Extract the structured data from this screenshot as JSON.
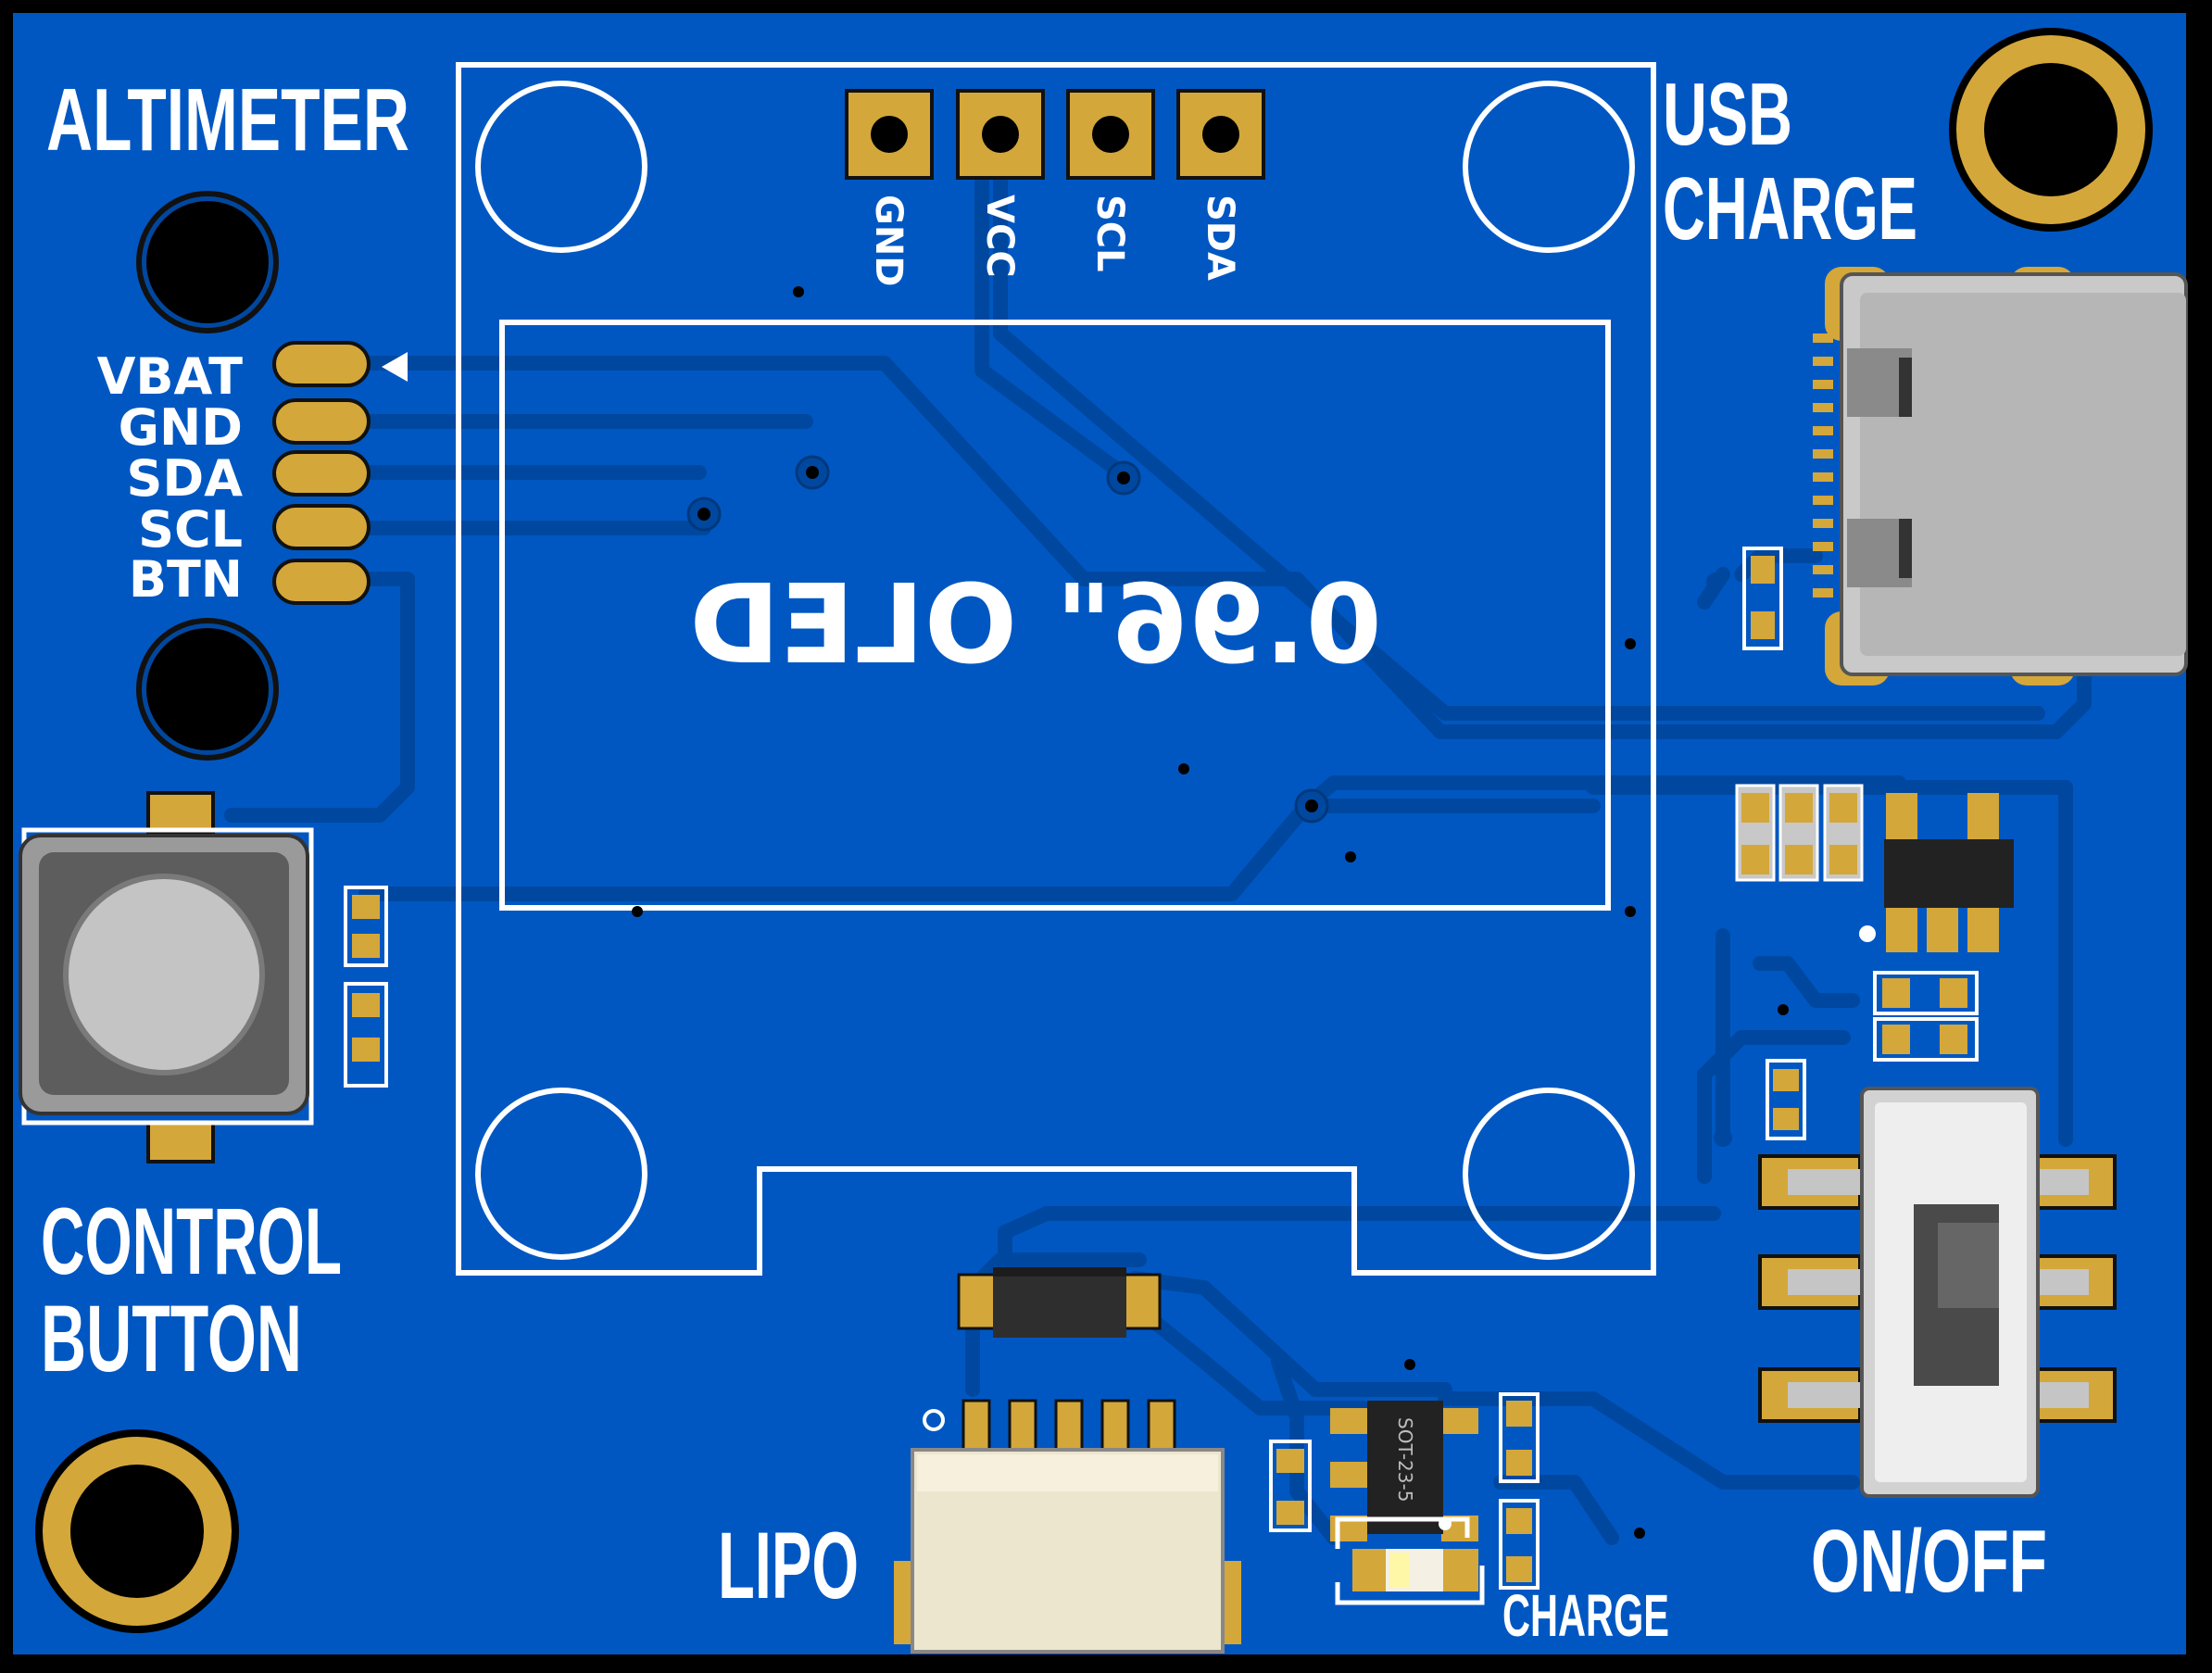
{
  "colors": {
    "board": "#0057c2",
    "trace": "#00489f",
    "silk": "#ffffff",
    "pad": "#d4a73a",
    "border": "#000000"
  },
  "labels": {
    "altimeter": "ALTIMETER",
    "usb_line1": "USB",
    "usb_line2": "CHARGE",
    "control_line1": "CONTROL",
    "control_line2": "BUTTON",
    "lipo": "LIPO",
    "onoff": "ON/OFF",
    "charge_led": "CHARGE",
    "oled": "0.96\" OLED",
    "sot": "SOT-23-5"
  },
  "oled_pins": [
    "GND",
    "VCC",
    "SCL",
    "SDA"
  ],
  "edge_pins": [
    "VBAT",
    "GND",
    "SDA",
    "SCL",
    "BTN"
  ],
  "icons": {
    "mount_holes": "mounting-hole-icon",
    "usb": "usb-c-connector-icon",
    "button": "tactile-button-icon",
    "switch": "slide-switch-icon",
    "lipo": "jst-connector-icon"
  }
}
